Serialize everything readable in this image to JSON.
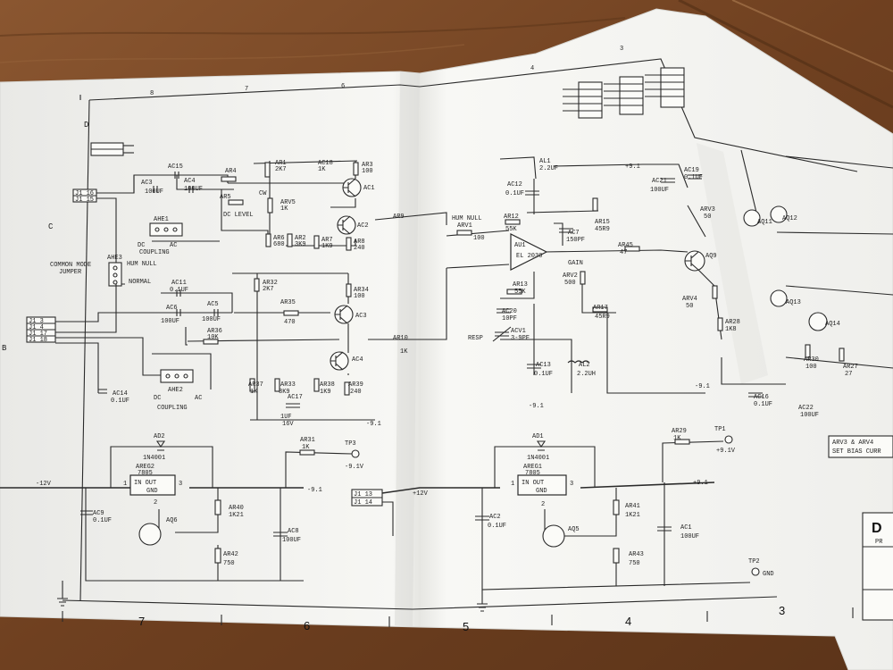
{
  "border": {
    "bottom_numbers": [
      "7",
      "6",
      "5",
      "4",
      "3"
    ],
    "top_numbers": [
      "8",
      "7",
      "6",
      "4",
      "3"
    ],
    "left_letters": [
      "D",
      "C",
      "B"
    ]
  },
  "labels": {
    "ac15": "AC15",
    "ac3": "AC3",
    "ac4": "AC4",
    "cap100uf_a": "100UF",
    "cap100uf_b": "100UF",
    "ar4": "AR4",
    "ar5": "AR5",
    "ar1": "AR1",
    "ar1_val": "2K7",
    "ac18": "AC18",
    "ac18_val": "1K",
    "ar3": "AR3",
    "ar3_val": "100",
    "ac1": "AC1",
    "ac2": "AC2",
    "arv5": "ARV5",
    "arv5_val": "1K",
    "dc_level": "DC LEVEL",
    "cw": "CW",
    "ar6": "AR6",
    "ar6_val": "680",
    "ar2": "AR2",
    "ar2_val": "3K9",
    "ar7": "AR7",
    "ar7_val": "1K9",
    "ar8": "AR8",
    "ar8_val": "240",
    "ahe1": "AHE1",
    "dc": "DC",
    "ac": "AC",
    "coupling": "COUPLING",
    "ahe3": "AHE3",
    "hum_null": "HUM NULL",
    "normal": "NORMAL",
    "common_mode": "COMMON MODE",
    "jumper": "JUMPER",
    "ac11": "AC11",
    "ac11_val": "0.1UF",
    "ac6": "AC6",
    "ac5": "AC5",
    "ac6_val": "100UF",
    "ac5_val": "100UF",
    "ar32": "AR32",
    "ar32_val": "2K7",
    "ar34": "AR34",
    "ar34_val": "100",
    "ar35": "AR35",
    "ar35_val": "470",
    "ar36": "AR36",
    "ar36_val": "10K",
    "ac3q": "AC3",
    "ac4q": "AC4",
    "ar37": "AR37",
    "ar37_val": "1K",
    "ar33": "AR33",
    "ar33_val": "3K9",
    "ar38": "AR38",
    "ar38_val": "1K9",
    "ar39": "AR39",
    "ar39_val": "240",
    "ac17": "AC17",
    "ac17_val": "1UF",
    "ac17_v": "16V",
    "ahe2": "AHE2",
    "ac14": "AC14",
    "ac14_val": "0.1UF",
    "ar10": "AR10",
    "ar10_val": "1K",
    "ar9": "AR9",
    "al1": "AL1",
    "al1_val": "2.2UF",
    "ac12": "AC12",
    "ac12_val": "0.1UF",
    "arv1": "ARV1",
    "arv1_val": "100",
    "hum_null2": "HUM NULL",
    "ar12": "AR12",
    "ar12_val": "55K",
    "ac7": "AC7",
    "ac7_val": "150PF",
    "ar15": "AR15",
    "ar15_val": "45R9",
    "au1": "AU1",
    "au1_part": "EL 2030",
    "ar13": "AR13",
    "ar13_val": "55K",
    "arv2": "ARV2",
    "arv2_val": "500",
    "gain": "GAIN",
    "ar17": "AR17",
    "ar17_val": "45R9",
    "ac20": "AC20",
    "ac20_val": "10PF",
    "acv1": "ACV1",
    "acv1_val": "3-9PF",
    "resp": "RESP",
    "ac13": "AC13",
    "ac13_val": "0.1UF",
    "al2": "AL2",
    "al2_val": "2.2UH",
    "ac21": "AC21",
    "ac21_val": "100UF",
    "ac19": "AC19",
    "ac19_val": "0.1UF",
    "ar45": "AR45",
    "ar45_val": "47",
    "aq9": "AQ9",
    "arv3": "ARV3",
    "arv3_val": "50",
    "arv4": "ARV4",
    "arv4_val": "50",
    "ar28": "AR28",
    "ar28_val": "1K8",
    "aq11": "AQ11",
    "aq12": "AQ12",
    "aq13": "AQ13",
    "aq14": "AQ14",
    "ar30": "AR30",
    "ar30_val": "100",
    "ar27": "AR27",
    "ar27_val": "27",
    "ac16": "AC16",
    "ac16_val": "0.1UF",
    "ac22": "AC22",
    "ac22_val": "100UF",
    "set_bias": "ARV3 & ARV4",
    "set_bias2": "SET BIAS CURR",
    "ad2": "AD2",
    "ad2_part": "1N4001",
    "areg2": "AREG2",
    "areg2_part": "7805",
    "reg_pins": "IN  OUT",
    "reg_gnd": "GND",
    "pin1": "1",
    "pin2": "2",
    "pin3": "3",
    "ac9": "AC9",
    "ac9_val": "0.1UF",
    "aq6": "AQ6",
    "ar40": "AR40",
    "ar40_val": "1K21",
    "ar42": "AR42",
    "ar42_val": "750",
    "ac8": "AC8",
    "ac8_val": "100UF",
    "ar31": "AR31",
    "ar31_val": "1K",
    "tp3": "TP3",
    "tp3_v": "-9.1V",
    "minus12": "-12V",
    "minus91": "-9.1",
    "minus91b": "-9.1",
    "plus12": "+12V",
    "j13": "J1 13",
    "j14": "J1 14",
    "ad1": "AD1",
    "ad1_part": "1N4001",
    "areg1": "AREG1",
    "areg1_part": "7805",
    "ac2b": "AC2",
    "ac2b_val": "0.1UF",
    "aq5": "AQ5",
    "ar41": "AR41",
    "ar41_val": "1K21",
    "ar43": "AR43",
    "ar43_val": "750",
    "ac1b": "AC1",
    "ac1b_val": "100UF",
    "ar29": "AR29",
    "ar29_val": "1K",
    "tp1": "TP1",
    "tp1_v": "+9.1V",
    "plus91": "+9.1",
    "plus91b": "+9.1",
    "plus91c": "+9.1",
    "tp2": "TP2",
    "gnd": "GND",
    "jpins": [
      "J1 16",
      "J1 15",
      "J1 3",
      "J1 4",
      "J1 17",
      "J1 18"
    ],
    "title_frag": "D",
    "title_frag2": "PR"
  },
  "colors": {
    "desk": "#7a4a26",
    "paper": "#f6f6f3",
    "ink": "#2a2a2a"
  }
}
